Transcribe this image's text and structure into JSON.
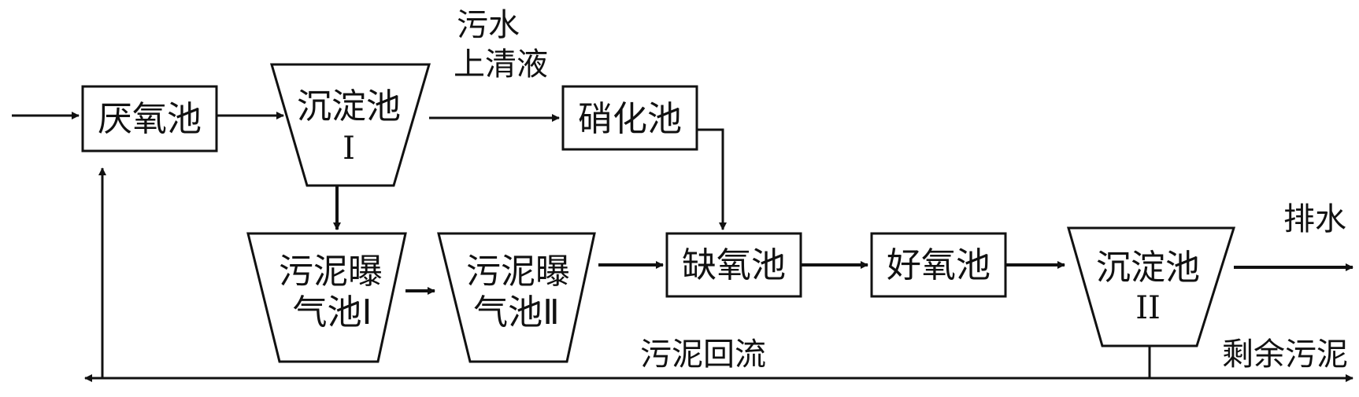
{
  "diagram": {
    "nodes": {
      "anaerobic_tank": "厌氧池",
      "settling_tank_1": {
        "name": "沉淀池",
        "numeral": "I"
      },
      "nitrification_tank": "硝化池",
      "sludge_aeration_1": {
        "line1": "污泥曝",
        "line2": "气池Ⅰ"
      },
      "sludge_aeration_2": {
        "line1": "污泥曝",
        "line2": "气池Ⅱ"
      },
      "anoxic_tank": "缺氧池",
      "aerobic_tank": "好氧池",
      "settling_tank_2": {
        "name": "沉淀池",
        "numeral": "II"
      }
    },
    "labels": {
      "supernatant_line1": "污水",
      "supernatant_line2": "上清液",
      "discharge": "排水",
      "sludge_return": "污泥回流",
      "excess_sludge": "剩余污泥"
    }
  }
}
